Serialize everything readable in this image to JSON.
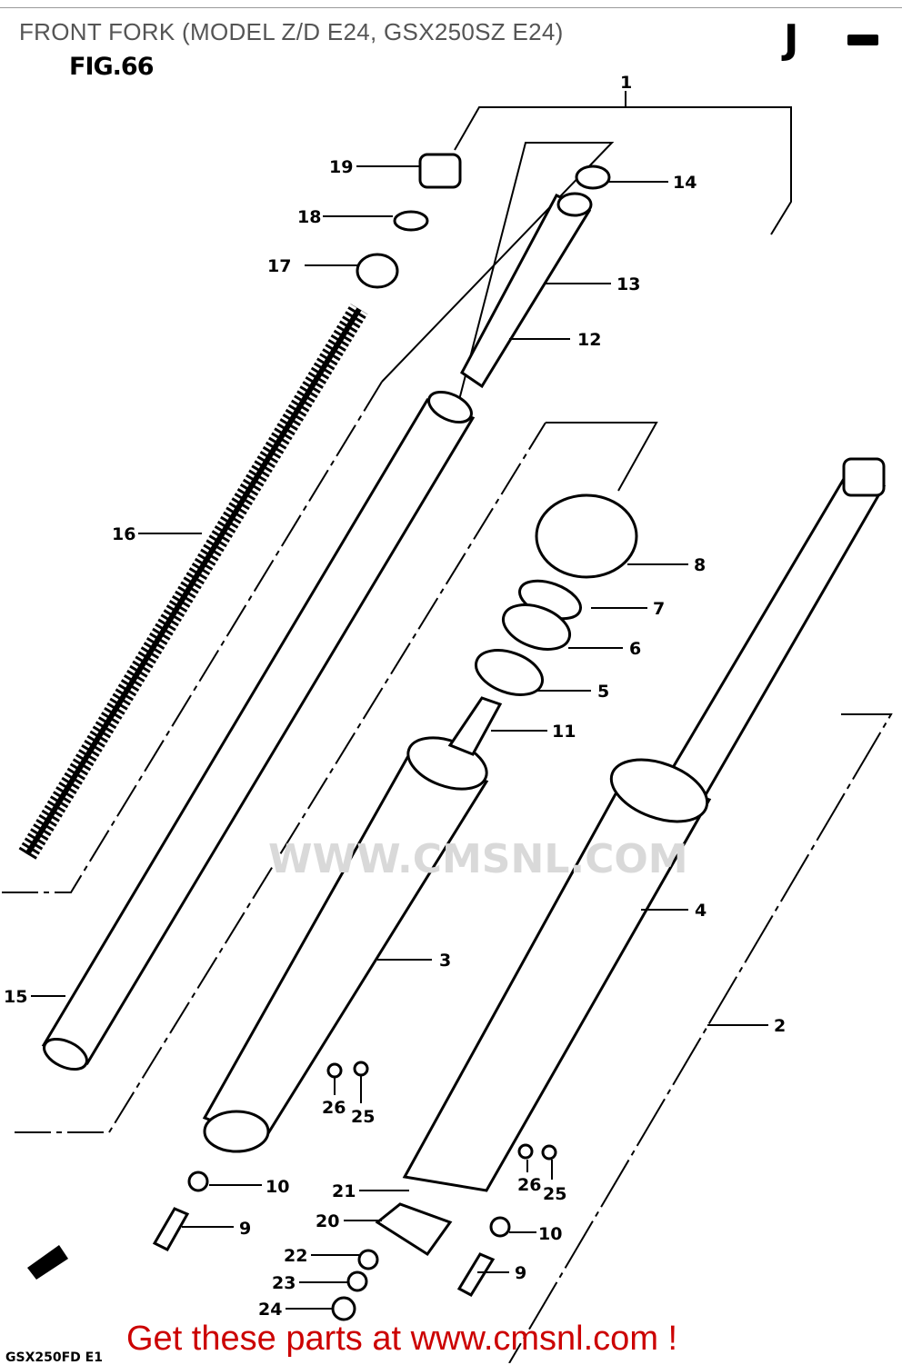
{
  "header": {
    "title": "FRONT FORK (MODEL Z/D E24, GSX250SZ E24)",
    "figure": "FIG.66",
    "section": "J"
  },
  "watermark": "WWW.CMSNL.COM",
  "callouts": {
    "c1": "1",
    "c2": "2",
    "c3": "3",
    "c4": "4",
    "c5": "5",
    "c6": "6",
    "c7": "7",
    "c8": "8",
    "c9a": "9",
    "c9b": "9",
    "c10a": "10",
    "c10b": "10",
    "c11": "11",
    "c12": "12",
    "c13": "13",
    "c14": "14",
    "c15": "15",
    "c16": "16",
    "c17": "17",
    "c18": "18",
    "c19": "19",
    "c20": "20",
    "c21": "21",
    "c22": "22",
    "c23": "23",
    "c24": "24",
    "c25a": "25",
    "c25b": "25",
    "c26a": "26",
    "c26b": "26"
  },
  "footer": {
    "cta": "Get these parts at www.cmsnl.com !",
    "diagram_code": "GSX250FD E1"
  }
}
